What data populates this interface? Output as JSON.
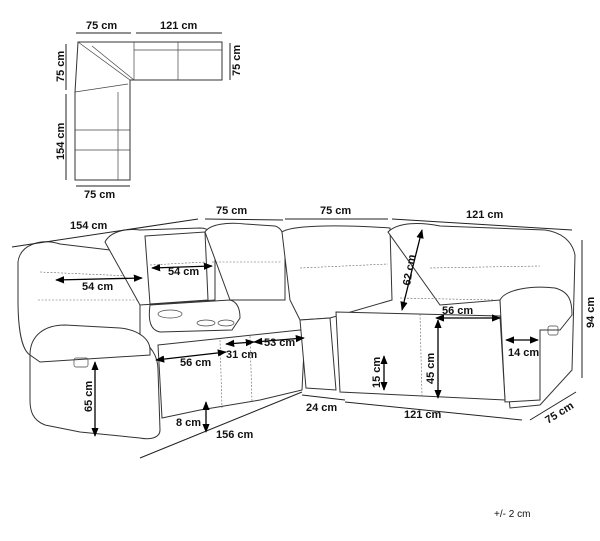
{
  "diagram": {
    "top_view": {
      "top_left_width": "75 cm",
      "top_straight_width": "121 cm",
      "left_upper_depth": "75 cm",
      "right_depth": "75 cm",
      "left_length": "154 cm",
      "bottom_width": "75 cm"
    },
    "main_view": {
      "overall_left": "154 cm",
      "corner_a": "75 cm",
      "corner_b": "75 cm",
      "overall_right": "121 cm",
      "seat_width_left": "54 cm",
      "seat_width_console": "54 cm",
      "backrest_height": "62 cm",
      "armrest_to_floor": "56 cm",
      "armrest_width": "14 cm",
      "total_height": "94 cm",
      "seat_depth": "56 cm",
      "console_width": "31 cm",
      "seat_depth_2": "53 cm",
      "seat_height": "65 cm",
      "seat_height_right": "45 cm",
      "leg_clearance": "15 cm",
      "leg_height": "8 cm",
      "front_length": "156 cm",
      "corner_gap": "24 cm",
      "front_right": "121 cm",
      "right_depth": "75 cm"
    },
    "tolerance": "+/- 2 cm"
  }
}
